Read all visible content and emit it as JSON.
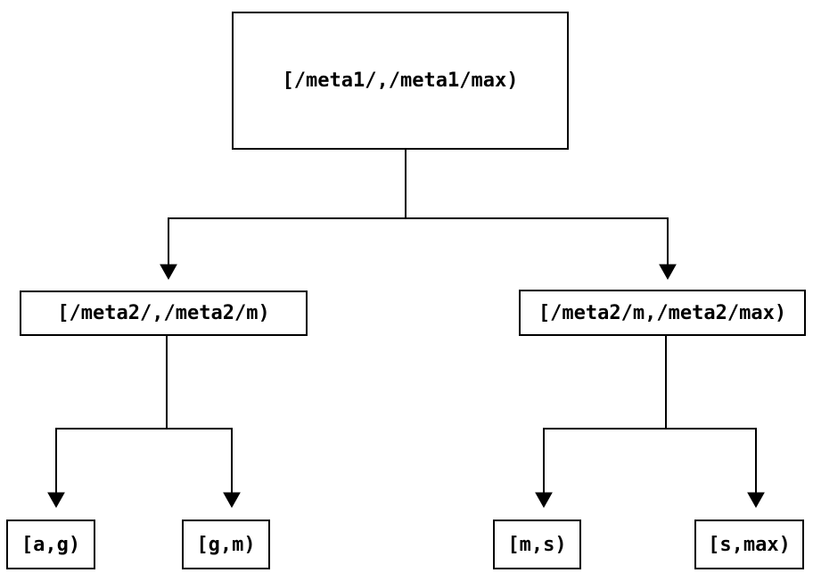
{
  "diagram": {
    "type": "tree",
    "background_color": "#ffffff",
    "line_color": "#000000",
    "text_color": "#000000",
    "nodes": {
      "root": {
        "label": "[/meta1/,/meta1/max)"
      },
      "left_mid": {
        "label": "[/meta2/,/meta2/m)"
      },
      "right_mid": {
        "label": "[/meta2/m,/meta2/max)"
      },
      "leaf_ag": {
        "label": "[a,g)"
      },
      "leaf_gm": {
        "label": "[g,m)"
      },
      "leaf_ms": {
        "label": "[m,s)"
      },
      "leaf_smax": {
        "label": "[s,max)"
      }
    },
    "edges": [
      {
        "from": "root",
        "to": "left_mid"
      },
      {
        "from": "root",
        "to": "right_mid"
      },
      {
        "from": "left_mid",
        "to": "leaf_ag"
      },
      {
        "from": "left_mid",
        "to": "leaf_gm"
      },
      {
        "from": "right_mid",
        "to": "leaf_ms"
      },
      {
        "from": "right_mid",
        "to": "leaf_smax"
      }
    ]
  }
}
